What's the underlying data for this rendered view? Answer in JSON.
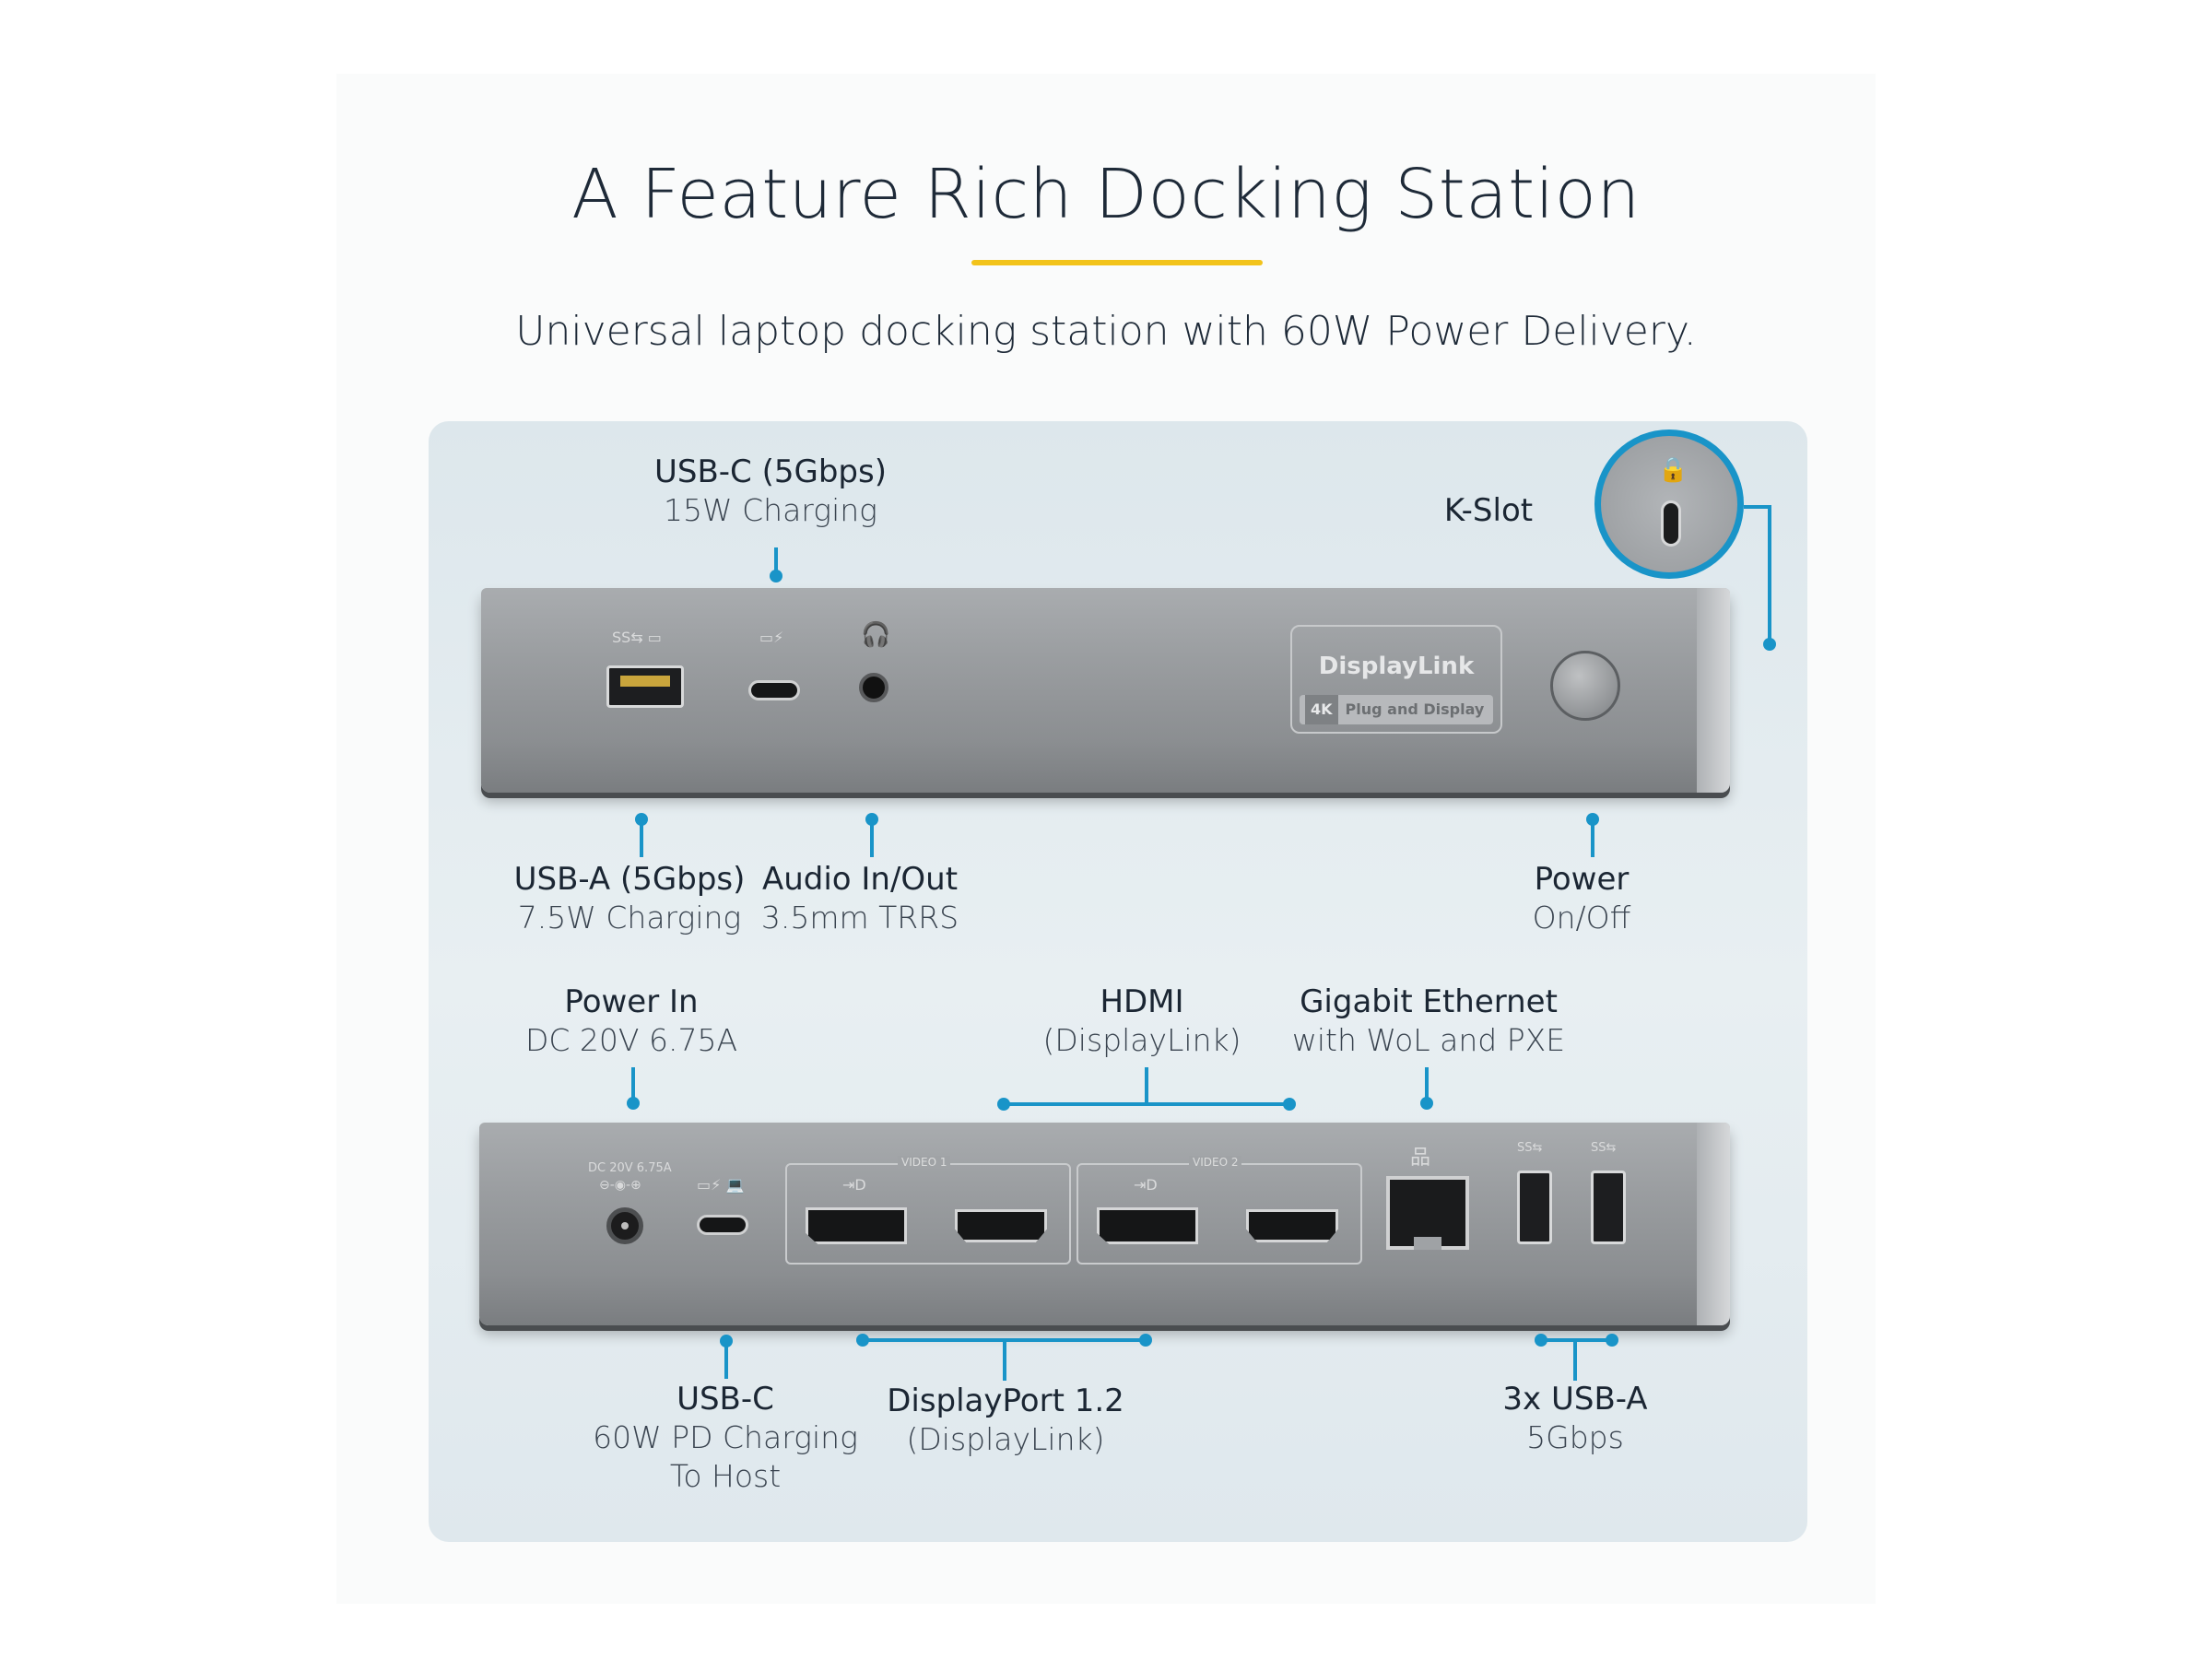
{
  "page": {
    "title": "A Feature Rich Docking Station",
    "subtitle": "Universal laptop docking station with 60W Power Delivery.",
    "accent_color": "#f2c31b",
    "line_color": "#1994c8"
  },
  "front_callouts": {
    "usb_c": {
      "title": "USB-C (5Gbps)",
      "sub": "15W Charging"
    },
    "k_slot": {
      "title": "K-Slot"
    },
    "usb_a": {
      "title": "USB-A (5Gbps)",
      "sub": "7.5W Charging"
    },
    "audio": {
      "title": "Audio In/Out",
      "sub": "3.5mm TRRS"
    },
    "power": {
      "title": "Power",
      "sub": "On/Off"
    }
  },
  "front_device": {
    "badge_brand": "DisplayLink",
    "badge_4k": "4K",
    "badge_tagline": "Plug and Display"
  },
  "rear_callouts": {
    "power_in": {
      "title": "Power In",
      "sub": "DC 20V 6.75A"
    },
    "hdmi": {
      "title": "HDMI",
      "sub": "(DisplayLink)"
    },
    "ethernet": {
      "title": "Gigabit Ethernet",
      "sub": "with WoL and PXE"
    },
    "usb_c_host": {
      "title": "USB-C",
      "sub": "60W PD Charging",
      "sub2": "To Host"
    },
    "displayport": {
      "title": "DisplayPort 1.2",
      "sub": "(DisplayLink)"
    },
    "usb_a_rear": {
      "title": "3x USB-A",
      "sub": "5Gbps"
    }
  },
  "rear_device": {
    "dc_label": "DC 20V 6.75A",
    "video1_label": "VIDEO 1",
    "video2_label": "VIDEO 2"
  },
  "icons": [
    "lock-icon",
    "headphone-icon",
    "ethernet-icon",
    "displayport-icon",
    "superspeed-usb-icon"
  ]
}
